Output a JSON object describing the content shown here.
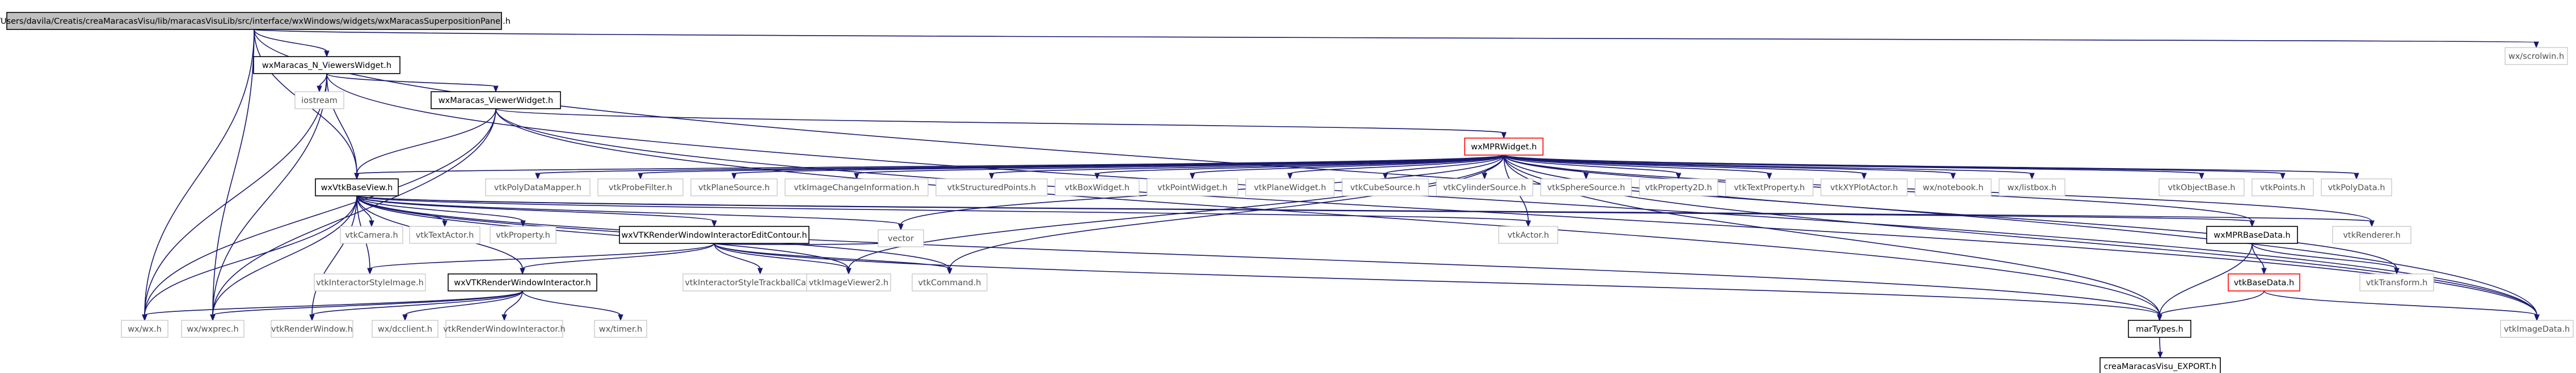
{
  "diagram": {
    "nodes": [
      {
        "id": "root",
        "label": "/Users/davila/Creatis/creaMaracasVisu/lib/maracasVisuLib/src/interface/wxWindows/widgets/wxMaracasSuperpositionPanel.h"
      },
      {
        "id": "nviewers",
        "label": "wxMaracas_N_ViewersWidget.h"
      },
      {
        "id": "iostream",
        "label": "iostream"
      },
      {
        "id": "viewerw",
        "label": "wxMaracas_ViewerWidget.h"
      },
      {
        "id": "mpr",
        "label": "wxMPRWidget.h"
      },
      {
        "id": "vtkbase",
        "label": "wxVtkBaseView.h"
      },
      {
        "id": "polymap",
        "label": "vtkPolyDataMapper.h"
      },
      {
        "id": "probe",
        "label": "vtkProbeFilter.h"
      },
      {
        "id": "plane",
        "label": "vtkPlaneSource.h"
      },
      {
        "id": "imgchg",
        "label": "vtkImageChangeInformation.h"
      },
      {
        "id": "structpts",
        "label": "vtkStructuredPoints.h"
      },
      {
        "id": "boxw",
        "label": "vtkBoxWidget.h"
      },
      {
        "id": "pointw",
        "label": "vtkPointWidget.h"
      },
      {
        "id": "planew",
        "label": "vtkPlaneWidget.h"
      },
      {
        "id": "cube",
        "label": "vtkCubeSource.h"
      },
      {
        "id": "cyl",
        "label": "vtkCylinderSource.h"
      },
      {
        "id": "sphere",
        "label": "vtkSphereSource.h"
      },
      {
        "id": "prop2d",
        "label": "vtkProperty2D.h"
      },
      {
        "id": "textprop",
        "label": "vtkTextProperty.h"
      },
      {
        "id": "xyplot",
        "label": "vtkXYPlotActor.h"
      },
      {
        "id": "notebook",
        "label": "wx/notebook.h"
      },
      {
        "id": "listbox",
        "label": "wx/listbox.h"
      },
      {
        "id": "objbase",
        "label": "vtkObjectBase.h"
      },
      {
        "id": "points",
        "label": "vtkPoints.h"
      },
      {
        "id": "polydata",
        "label": "vtkPolyData.h"
      },
      {
        "id": "scrolwin",
        "label": "wx/scrolwin.h"
      },
      {
        "id": "camera",
        "label": "vtkCamera.h"
      },
      {
        "id": "textactor",
        "label": "vtkTextActor.h"
      },
      {
        "id": "property",
        "label": "vtkProperty.h"
      },
      {
        "id": "editcontour",
        "label": "wxVTKRenderWindowInteractorEditContour.h"
      },
      {
        "id": "vector",
        "label": "vector"
      },
      {
        "id": "actor",
        "label": "vtkActor.h"
      },
      {
        "id": "mprbase",
        "label": "wxMPRBaseData.h"
      },
      {
        "id": "renderer",
        "label": "vtkRenderer.h"
      },
      {
        "id": "styleimg",
        "label": "vtkInteractorStyleImage.h"
      },
      {
        "id": "rwi",
        "label": "wxVTKRenderWindowInteractor.h"
      },
      {
        "id": "trackball",
        "label": "vtkInteractorStyleTrackballCamera.h"
      },
      {
        "id": "imgviewer2",
        "label": "vtkImageViewer2.h"
      },
      {
        "id": "command",
        "label": "vtkCommand.h"
      },
      {
        "id": "vtkbasedata",
        "label": "vtkBaseData.h"
      },
      {
        "id": "transform",
        "label": "vtkTransform.h"
      },
      {
        "id": "wxh",
        "label": "wx/wx.h"
      },
      {
        "id": "wxprec",
        "label": "wx/wxprec.h"
      },
      {
        "id": "renderwin",
        "label": "vtkRenderWindow.h"
      },
      {
        "id": "dcclient",
        "label": "wx/dcclient.h"
      },
      {
        "id": "vtkrwi",
        "label": "vtkRenderWindowInteractor.h"
      },
      {
        "id": "timer",
        "label": "wx/timer.h"
      },
      {
        "id": "martypes",
        "label": "marTypes.h"
      },
      {
        "id": "imagedata",
        "label": "vtkImageData.h"
      },
      {
        "id": "export",
        "label": "creaMaracasVisu_EXPORT.h"
      }
    ]
  }
}
